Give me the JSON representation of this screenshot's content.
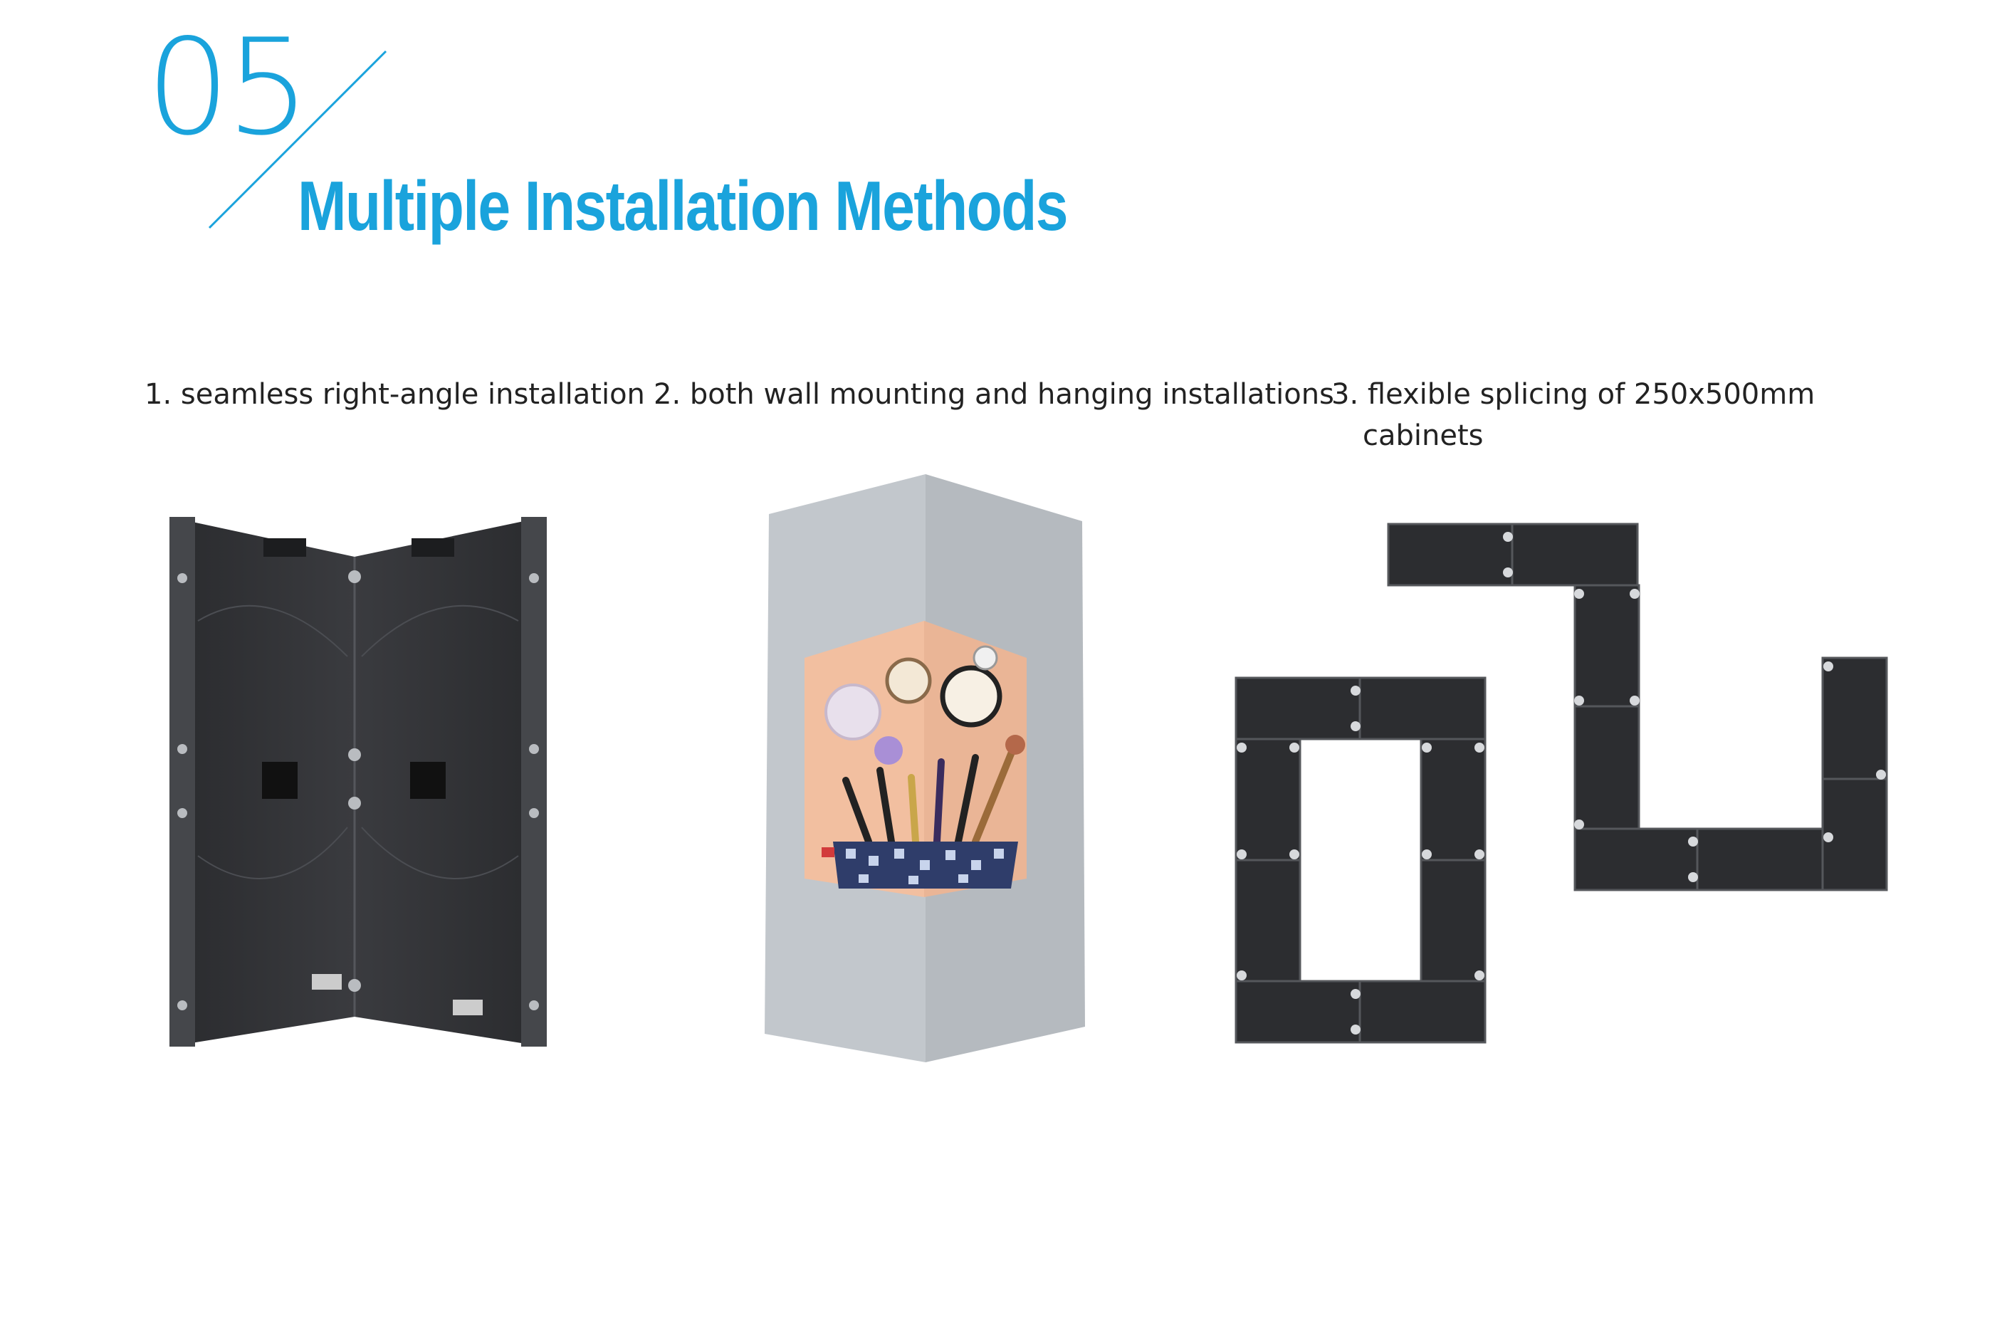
{
  "section": {
    "number": "05",
    "title": "Multiple Installation Methods",
    "accent_color": "#1aa3dc"
  },
  "methods": [
    {
      "caption": "1. seamless right-angle installation",
      "image": "right-angle-cabinets-image"
    },
    {
      "caption": "2. both wall mounting and hanging installations",
      "image": "corner-pillar-display-image"
    },
    {
      "caption_line1": "3. flexible splicing of 250x500mm",
      "caption_line2": "cabinets",
      "image": "spliced-cabinets-image"
    }
  ]
}
